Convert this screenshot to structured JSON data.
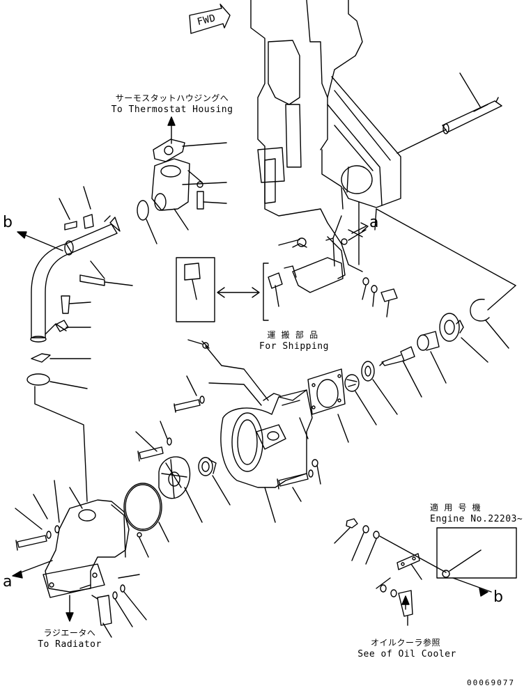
{
  "labels": {
    "fwd": "FWD",
    "thermostat_jp": "サーモスタットハウジングへ",
    "thermostat_en": "To Thermostat Housing",
    "shipping_jp": "運 搬 部 品",
    "shipping_en": "For Shipping",
    "radiator_jp": "ラジエータへ",
    "radiator_en": "To Radiator",
    "applicable_jp": "適 用 号 機",
    "engine_no": "Engine No.22203~",
    "oilcooler_jp": "オイルクーラ参照",
    "oilcooler_en": "See of Oil Cooler",
    "ref_a_top": "a",
    "ref_a_left": "a",
    "ref_b_left": "b",
    "ref_b_right": "b",
    "drawing_no": "00069077"
  }
}
